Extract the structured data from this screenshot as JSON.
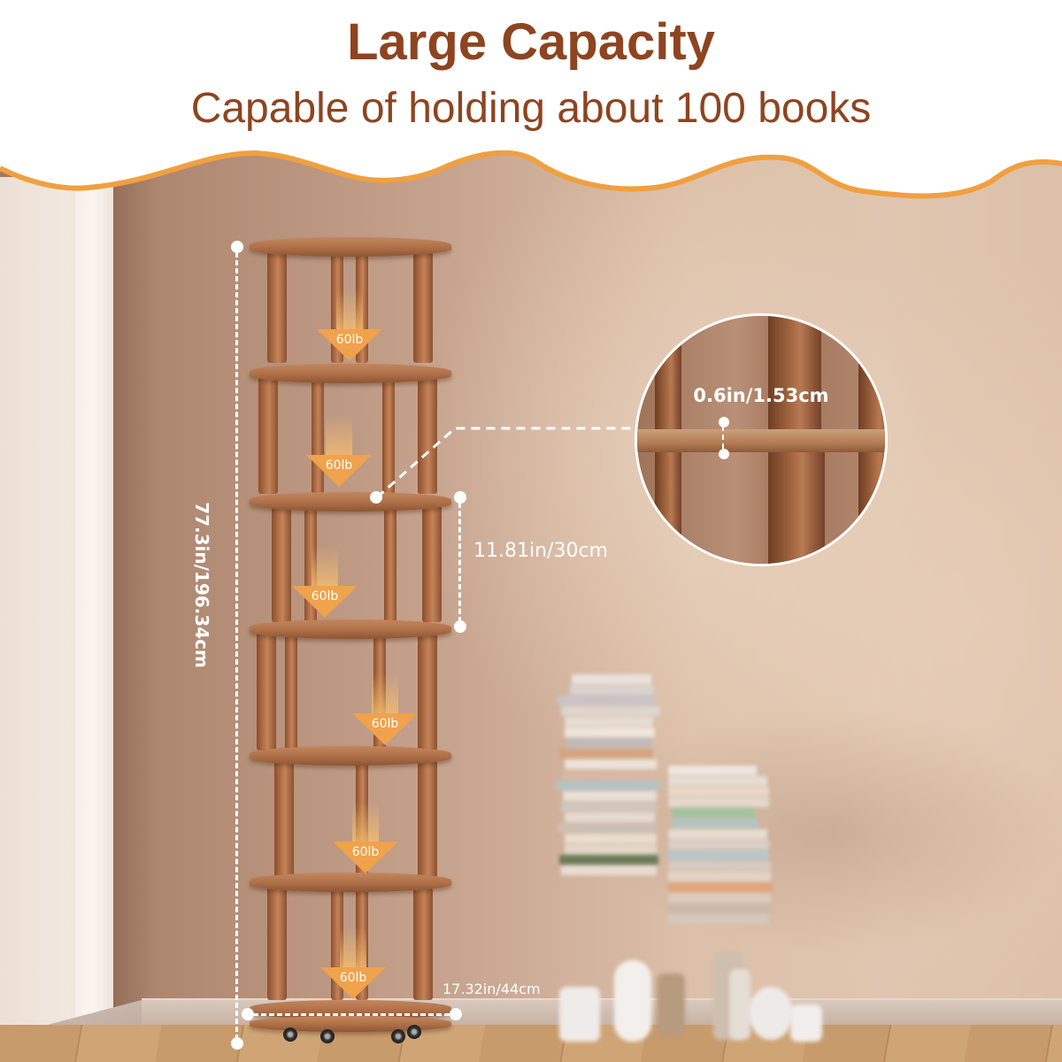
{
  "header": {
    "title": "Large Capacity",
    "subtitle": "Capable of holding about 100 books"
  },
  "product": {
    "name": "rotating round bookshelf",
    "tiers": 6,
    "load_labels": [
      "60lb",
      "60lb",
      "60lb",
      "60lb",
      "60lb",
      "60lb"
    ]
  },
  "dimensions": {
    "height": "77.3in/196.34cm",
    "tier_spacing": "11.81in/30cm",
    "diameter": "17.32in/44cm",
    "board_thickness": "0.6in/1.53cm"
  },
  "colors": {
    "title_brown": "#8e4420",
    "wave_orange": "#f0a040",
    "wood": "#b0714a",
    "arrow_orange": "#f0a24c"
  },
  "icons": {
    "load_arrow": "down-arrow-icon",
    "dimension_marker": "dot-icon"
  }
}
